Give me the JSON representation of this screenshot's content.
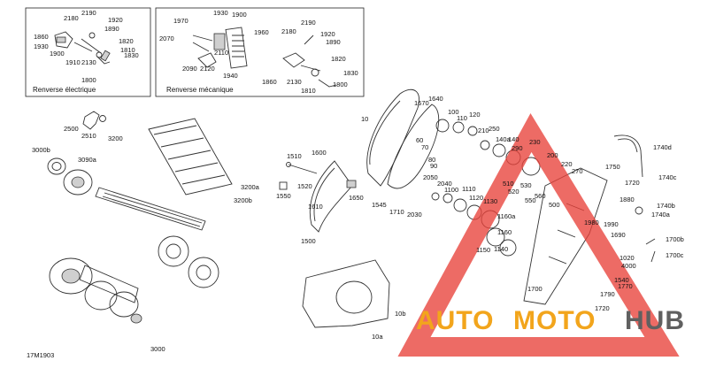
{
  "diagram": {
    "drawing_code": "17M1903",
    "inset_electric": {
      "caption": "Renverse électrique",
      "labels": [
        "2180",
        "2190",
        "1920",
        "1890",
        "1860",
        "1930",
        "1820",
        "1810",
        "1830",
        "1900",
        "1910",
        "2130",
        "1800"
      ]
    },
    "inset_mechanical": {
      "caption": "Renverse mécanique",
      "labels": [
        "1930",
        "1900",
        "1970",
        "1960",
        "2070",
        "2090",
        "2120",
        "2110",
        "2180",
        "2190",
        "1920",
        "1890",
        "1940",
        "1820",
        "1830",
        "1860",
        "2130",
        "1810",
        "1800"
      ]
    },
    "callouts": [
      "2500",
      "2510",
      "3200",
      "3000b",
      "3090a",
      "3200a",
      "3200b",
      "3000",
      "1510",
      "1600",
      "1550",
      "1520",
      "1610",
      "1650",
      "1500",
      "1545",
      "1710",
      "10",
      "1640",
      "1670",
      "100",
      "110",
      "120",
      "60",
      "70",
      "80",
      "90",
      "2030",
      "2050",
      "2040",
      "1100",
      "1110",
      "1120",
      "1130",
      "210",
      "250",
      "140",
      "140a",
      "290",
      "230",
      "200",
      "510",
      "520",
      "530",
      "550",
      "560",
      "500",
      "220",
      "270",
      "1160",
      "1160a",
      "1150",
      "1140",
      "1750",
      "1740d",
      "1740c",
      "1720",
      "1880",
      "1740b",
      "1740a",
      "1980",
      "1990",
      "1690",
      "1700b",
      "1700c",
      "1020",
      "4000",
      "1700",
      "1540",
      "1770",
      "1790",
      "1720",
      "10b",
      "10a"
    ]
  },
  "watermark": {
    "brand": "AUTOMOTOHUB",
    "brand_part1": "AUTO",
    "brand_part2": "MOTO",
    "brand_part3": "HUB",
    "colors": {
      "triangle": "#e8413a",
      "auto": "#f2a51c",
      "moto": "#f2a51c",
      "hub": "#606060"
    }
  }
}
